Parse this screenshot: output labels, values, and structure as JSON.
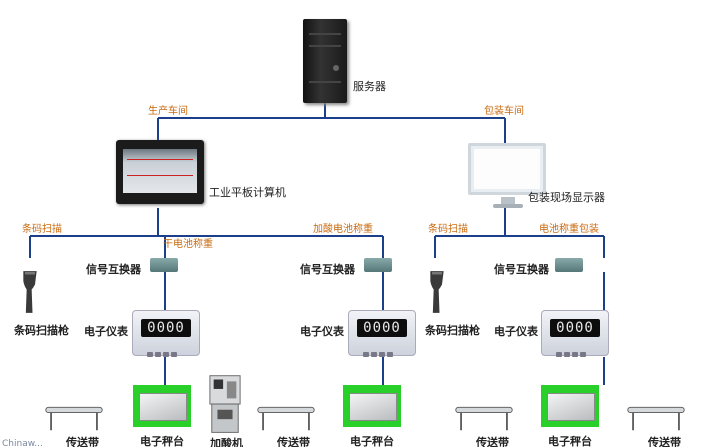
{
  "server": {
    "label": "服务器"
  },
  "branches": {
    "left": "生产车间",
    "right": "包装车间"
  },
  "left_hub": {
    "label": "工业平板计算机"
  },
  "right_hub": {
    "label": "包装现场显示器"
  },
  "left_stations": {
    "barcode_title": "条码扫描",
    "dry_title": "干电池称重",
    "acid_title": "加酸电池称重"
  },
  "right_stations": {
    "barcode_title": "条码扫描",
    "pack_title": "电池称重包装"
  },
  "devices": {
    "scanner_gun": "条码扫描枪",
    "converter": "信号互换器",
    "meter": "电子仪表",
    "meter_reading": "0000",
    "scale": "电子秤台",
    "acid_machine": "加酸机",
    "conveyor": "传送带"
  },
  "footer": {
    "watermark": "Chinaw..."
  },
  "colors": {
    "line": "#1b3f8a",
    "scale_bg": "#2ad02a",
    "accent_text": "#c96a10"
  },
  "icons": [
    "server-icon",
    "tablet-computer-icon",
    "monitor-icon",
    "barcode-scanner-icon",
    "signal-converter-icon",
    "digital-meter-icon",
    "platform-scale-icon",
    "conveyor-belt-icon",
    "acid-filling-machine-icon"
  ]
}
